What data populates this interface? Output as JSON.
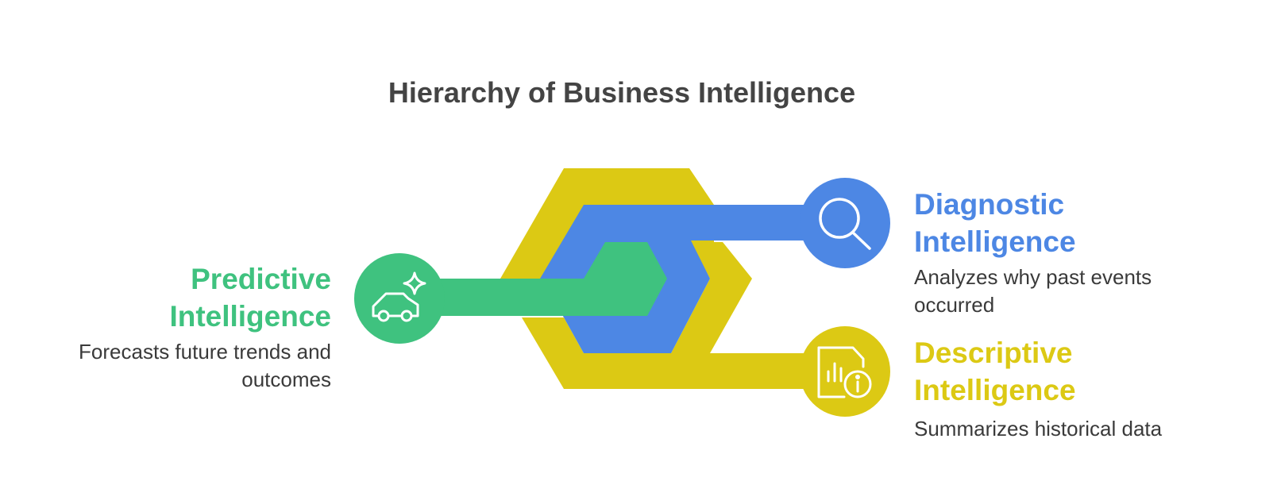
{
  "title": "Hierarchy of Business Intelligence",
  "colors": {
    "predictive": "#3fc27f",
    "diagnostic": "#4d87e4",
    "descriptive": "#dcc914",
    "title": "#444444",
    "text": "#3a3a3a"
  },
  "levels": {
    "predictive": {
      "heading_line1": "Predictive",
      "heading_line2": "Intelligence",
      "desc_line1": "Forecasts future trends and",
      "desc_line2": "outcomes",
      "icon": "car-sparkle-icon"
    },
    "diagnostic": {
      "heading_line1": "Diagnostic",
      "heading_line2": "Intelligence",
      "desc_line1": "Analyzes why past events",
      "desc_line2": "occurred",
      "icon": "magnifier-icon"
    },
    "descriptive": {
      "heading_line1": "Descriptive",
      "heading_line2": "Intelligence",
      "desc_line1": "Summarizes historical data",
      "icon": "document-chart-info-icon"
    }
  }
}
